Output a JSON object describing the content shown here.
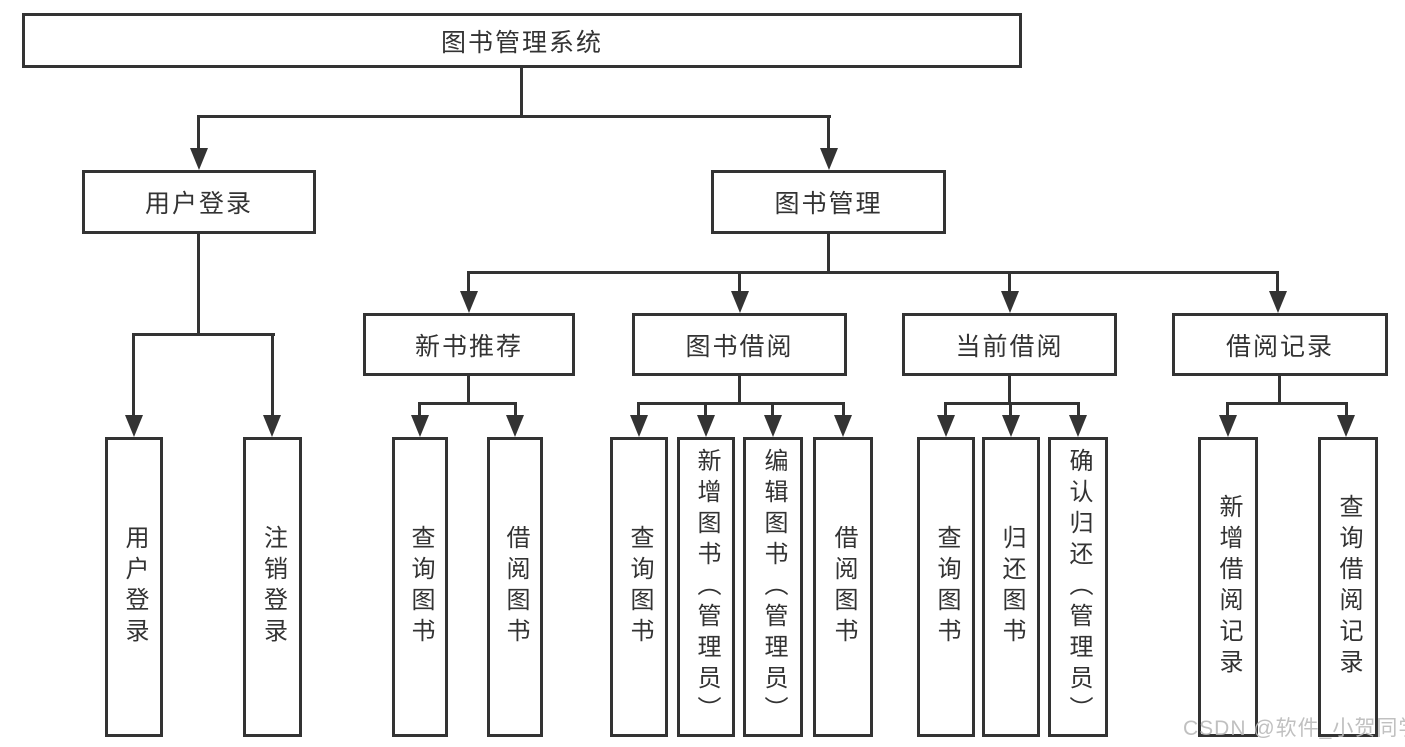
{
  "title": {
    "label": "图书管理系统"
  },
  "level2": {
    "user_login": {
      "label": "用户登录"
    },
    "book_mgmt": {
      "label": "图书管理"
    }
  },
  "level3": {
    "new_books": {
      "label": "新书推荐"
    },
    "borrowing": {
      "label": "图书借阅"
    },
    "current": {
      "label": "当前借阅"
    },
    "records": {
      "label": "借阅记录"
    }
  },
  "leaves": {
    "login": "用户登录",
    "logout": "注销登录",
    "nb_search": "查询图书",
    "nb_borrow": "借阅图书",
    "bw_search": "查询图书",
    "bw_add": "新增图书（管理员）",
    "bw_edit": "编辑图书（管理员）",
    "bw_borrow": "借阅图书",
    "cur_search": "查询图书",
    "cur_return": "归还图书",
    "cur_confirm": "确认归还（管理员）",
    "rec_add": "新增借阅记录",
    "rec_search": "查询借阅记录"
  },
  "watermark": {
    "text": "CSDN @软件_小贺同学"
  },
  "colors": {
    "stroke": "#333333",
    "text": "#333333",
    "background": "#ffffff",
    "watermark": "#b9b9b9"
  }
}
